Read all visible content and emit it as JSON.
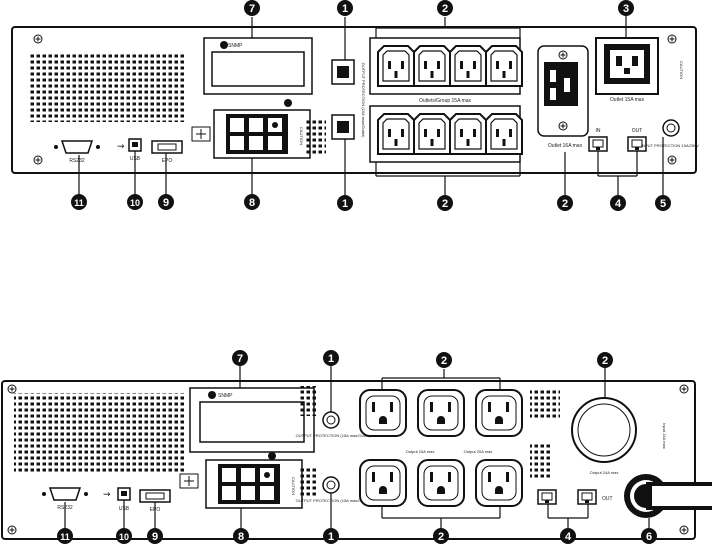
{
  "callouts": {
    "top": [
      "7",
      "1",
      "2",
      "3",
      "1",
      "2",
      "2",
      "4",
      "5",
      "11",
      "10",
      "9",
      "8"
    ],
    "bottom": [
      "7",
      "1",
      "2",
      "2",
      "11",
      "10",
      "9",
      "8",
      "1",
      "2",
      "4",
      "6"
    ]
  },
  "panel1": {
    "port_rs232": "RS232",
    "port_usb": "USB",
    "port_epo": "EPO",
    "snmp": "SNMP",
    "outlets_top_label": "Outlets/Group 15A max",
    "outlet_c19_label": "Outlet 16A max",
    "outlet_c13_label": "Outlet 15A max",
    "in": "IN",
    "out": "OUT",
    "input_protection": "INPUT PROTECTION 15A/250V",
    "output_protection": "OUTPUT PROTECTION (10A max/Outlet)",
    "side_label": "CAUTION"
  },
  "panel2": {
    "port_rs232": "RS232",
    "port_usb": "USB",
    "port_epo": "EPO",
    "snmp": "SNMP",
    "output_protection_1": "OUTPUT PROTECTION (15A max/Outlet)",
    "output_protection_2": "OUTPUT PROTECTION (15A max/Outlet)",
    "outlet_15a": "Output 15A max",
    "outlet_20a": "Output 20A max",
    "twist_lock": "Output 24A max",
    "input_label": "Input 24A max",
    "out": "OUT",
    "side_label": "CAUTION"
  }
}
